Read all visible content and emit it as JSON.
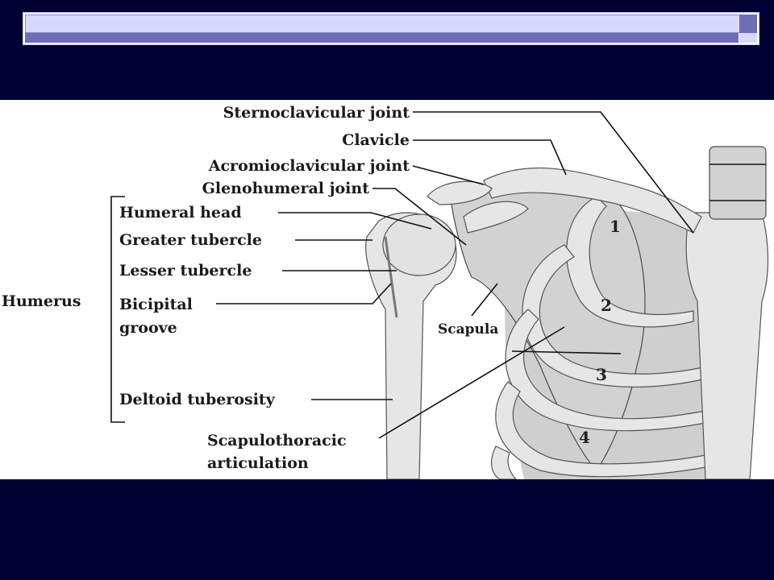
{
  "slide": {
    "background": "#000033"
  },
  "labels": {
    "sternoclavicular": "Sternoclavicular joint",
    "clavicle": "Clavicle",
    "acromioclavicular": "Acromioclavicular joint",
    "glenohumeral": "Glenohumeral joint",
    "humeral_head": "Humeral head",
    "greater_tubercle": "Greater tubercle",
    "lesser_tubercle": "Lesser tubercle",
    "humerus": "Humerus",
    "bicipital_1": "Bicipital",
    "bicipital_2": "groove",
    "scapula": "Scapula",
    "deltoid": "Deltoid tuberosity",
    "scapulothoracic_1": "Scapulothoracic",
    "scapulothoracic_2": "articulation"
  },
  "rib_numbers": [
    "1",
    "2",
    "3",
    "4"
  ]
}
